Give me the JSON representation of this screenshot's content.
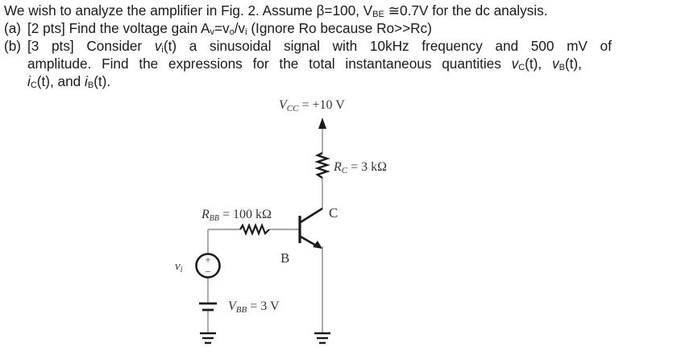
{
  "problem": {
    "intro": {
      "prefix": "We wish to analyze the amplifier in Fig. 2. Assume ",
      "beta": "β=100, V",
      "vbe_sub": "BE",
      "suffix": " ≅0.7V for the dc analysis."
    },
    "part_a": {
      "label": "(a)",
      "points": "[2 pts]",
      "text_1": "Find the voltage gain A",
      "sub_v": "v",
      "text_2": "=v",
      "sub_o": "o",
      "text_3": "/v",
      "sub_i": "i",
      "text_4": " (Ignore Ro because Ro>>Rc)"
    },
    "part_b": {
      "label": "(b)",
      "words_line1": [
        "[3",
        "pts]",
        "Consider",
        "v_i(t)",
        "a",
        "sinusoidal",
        "signal",
        "with",
        "10kHz",
        "frequency",
        "and",
        "500",
        "mV",
        "of"
      ],
      "line1": {
        "w1": "[3",
        "w2": "pts]",
        "w3": "Consider",
        "v": "v",
        "v_sub": "i",
        "v_t": "(t)",
        "w5": "a",
        "w6": "sinusoidal",
        "w7": "signal",
        "w8": "with",
        "w9": "10kHz",
        "w10": "frequency",
        "w11": "and",
        "w12": "500",
        "w13": "mV",
        "w14": "of"
      },
      "line2": {
        "w1": "amplitude.",
        "w2": "Find",
        "w3": "the",
        "w4": "expressions",
        "w5": "for",
        "w6": "the",
        "w7": "total",
        "w8": "instantaneous",
        "w9": "quantities",
        "vc": "v",
        "vc_sub": "C",
        "vc_t": "(t),",
        "vb": "v",
        "vb_sub": "B",
        "vb_t": "(t),"
      },
      "line3": {
        "ic": "i",
        "ic_sub": "C",
        "ic_t": "(t), and ",
        "ib": "i",
        "ib_sub": "B",
        "ib_t": "(t)."
      }
    }
  },
  "circuit": {
    "vcc_label": "V",
    "vcc_sub": "CC",
    "vcc_value": " = +10 V",
    "rc_label": "R",
    "rc_sub": "C",
    "rc_value": " = 3 kΩ",
    "rbb_label": "R",
    "rbb_sub": "BB",
    "rbb_value": " = 100 kΩ",
    "vbb_label": "V",
    "vbb_sub": "BB",
    "vbb_value": " = 3 V",
    "vi_label": "v",
    "vi_sub": "i",
    "collector_label": "C",
    "base_label": "B",
    "source_plus": "+",
    "source_minus": "−"
  }
}
